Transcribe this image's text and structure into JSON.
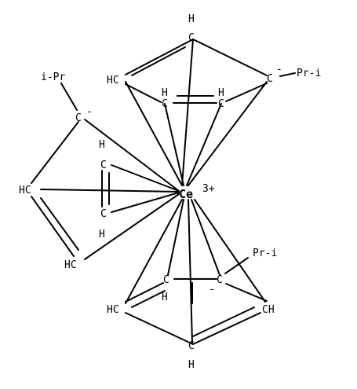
{
  "molecule": {
    "metal_label": "Ce",
    "metal_charge": "3+",
    "carbon_label": "C",
    "hydrogen_label": "H",
    "carbanion_label": "C",
    "charge_minus": "-",
    "substituent_right": "Pr-i",
    "substituent_left": "i-Pr",
    "ring_carbon_ch_label": "HC",
    "ring_carbon_ch_label_right": "CH",
    "ring_count": 3
  }
}
